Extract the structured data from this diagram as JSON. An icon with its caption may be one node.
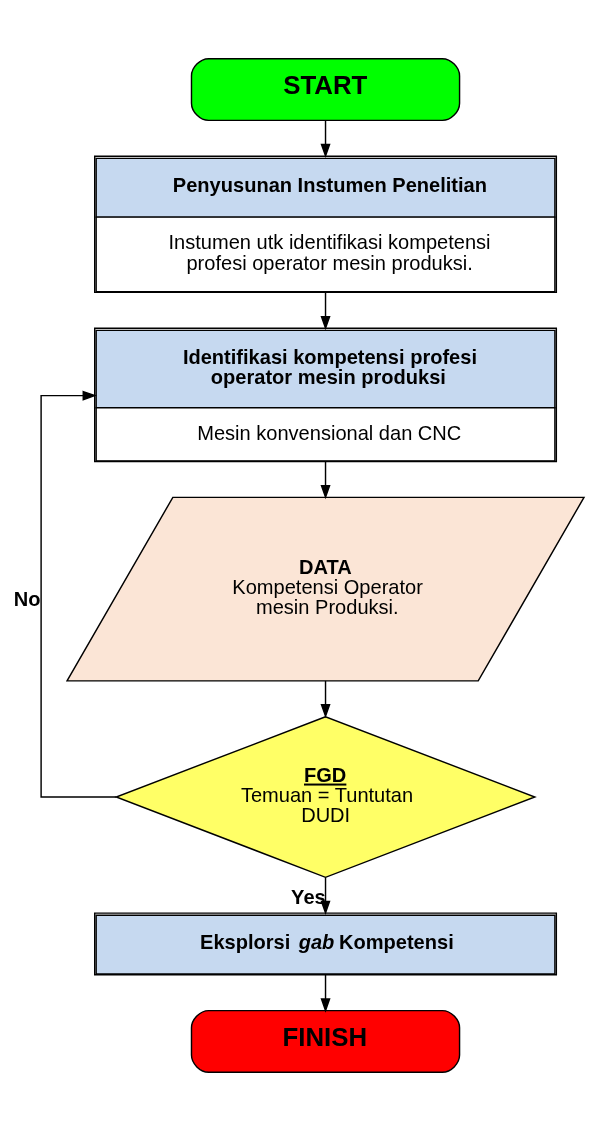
{
  "diagram": {
    "nodes": [
      {
        "text": [
          "START"
        ]
      },
      {
        "text": [
          "Penyusunan Instumen Penelitian",
          "Instumen utk identifikasi kompetensi profesi operator mesin produksi."
        ]
      },
      {
        "text": [
          "Identifikasi kompetensi profesi operator mesin produksi",
          "Mesin konvensional dan CNC"
        ]
      },
      {
        "text": [
          "DATA",
          "Kompetensi Operator mesin Produksi."
        ]
      },
      {
        "text": [
          "FGD",
          "Temuan = Tuntutan DUDI"
        ]
      },
      {
        "text": [
          "Eksplorsi *gab* Kompetensi"
        ]
      },
      {
        "text": [
          "FINISH"
        ]
      }
    ],
    "edges": [
      {
        "from": 0,
        "to": 1,
        "arrow": "to"
      },
      {
        "from": 1,
        "to": 2,
        "arrow": "to"
      },
      {
        "from": 2,
        "to": 3,
        "arrow": "to"
      },
      {
        "from": 3,
        "to": 4,
        "arrow": "to"
      },
      {
        "from": 4,
        "to": 2,
        "arrow": "to",
        "label": "No"
      },
      {
        "from": 4,
        "to": 5,
        "arrow": "to",
        "label": "Yes"
      },
      {
        "from": 5,
        "to": 6,
        "arrow": "to"
      }
    ]
  }
}
